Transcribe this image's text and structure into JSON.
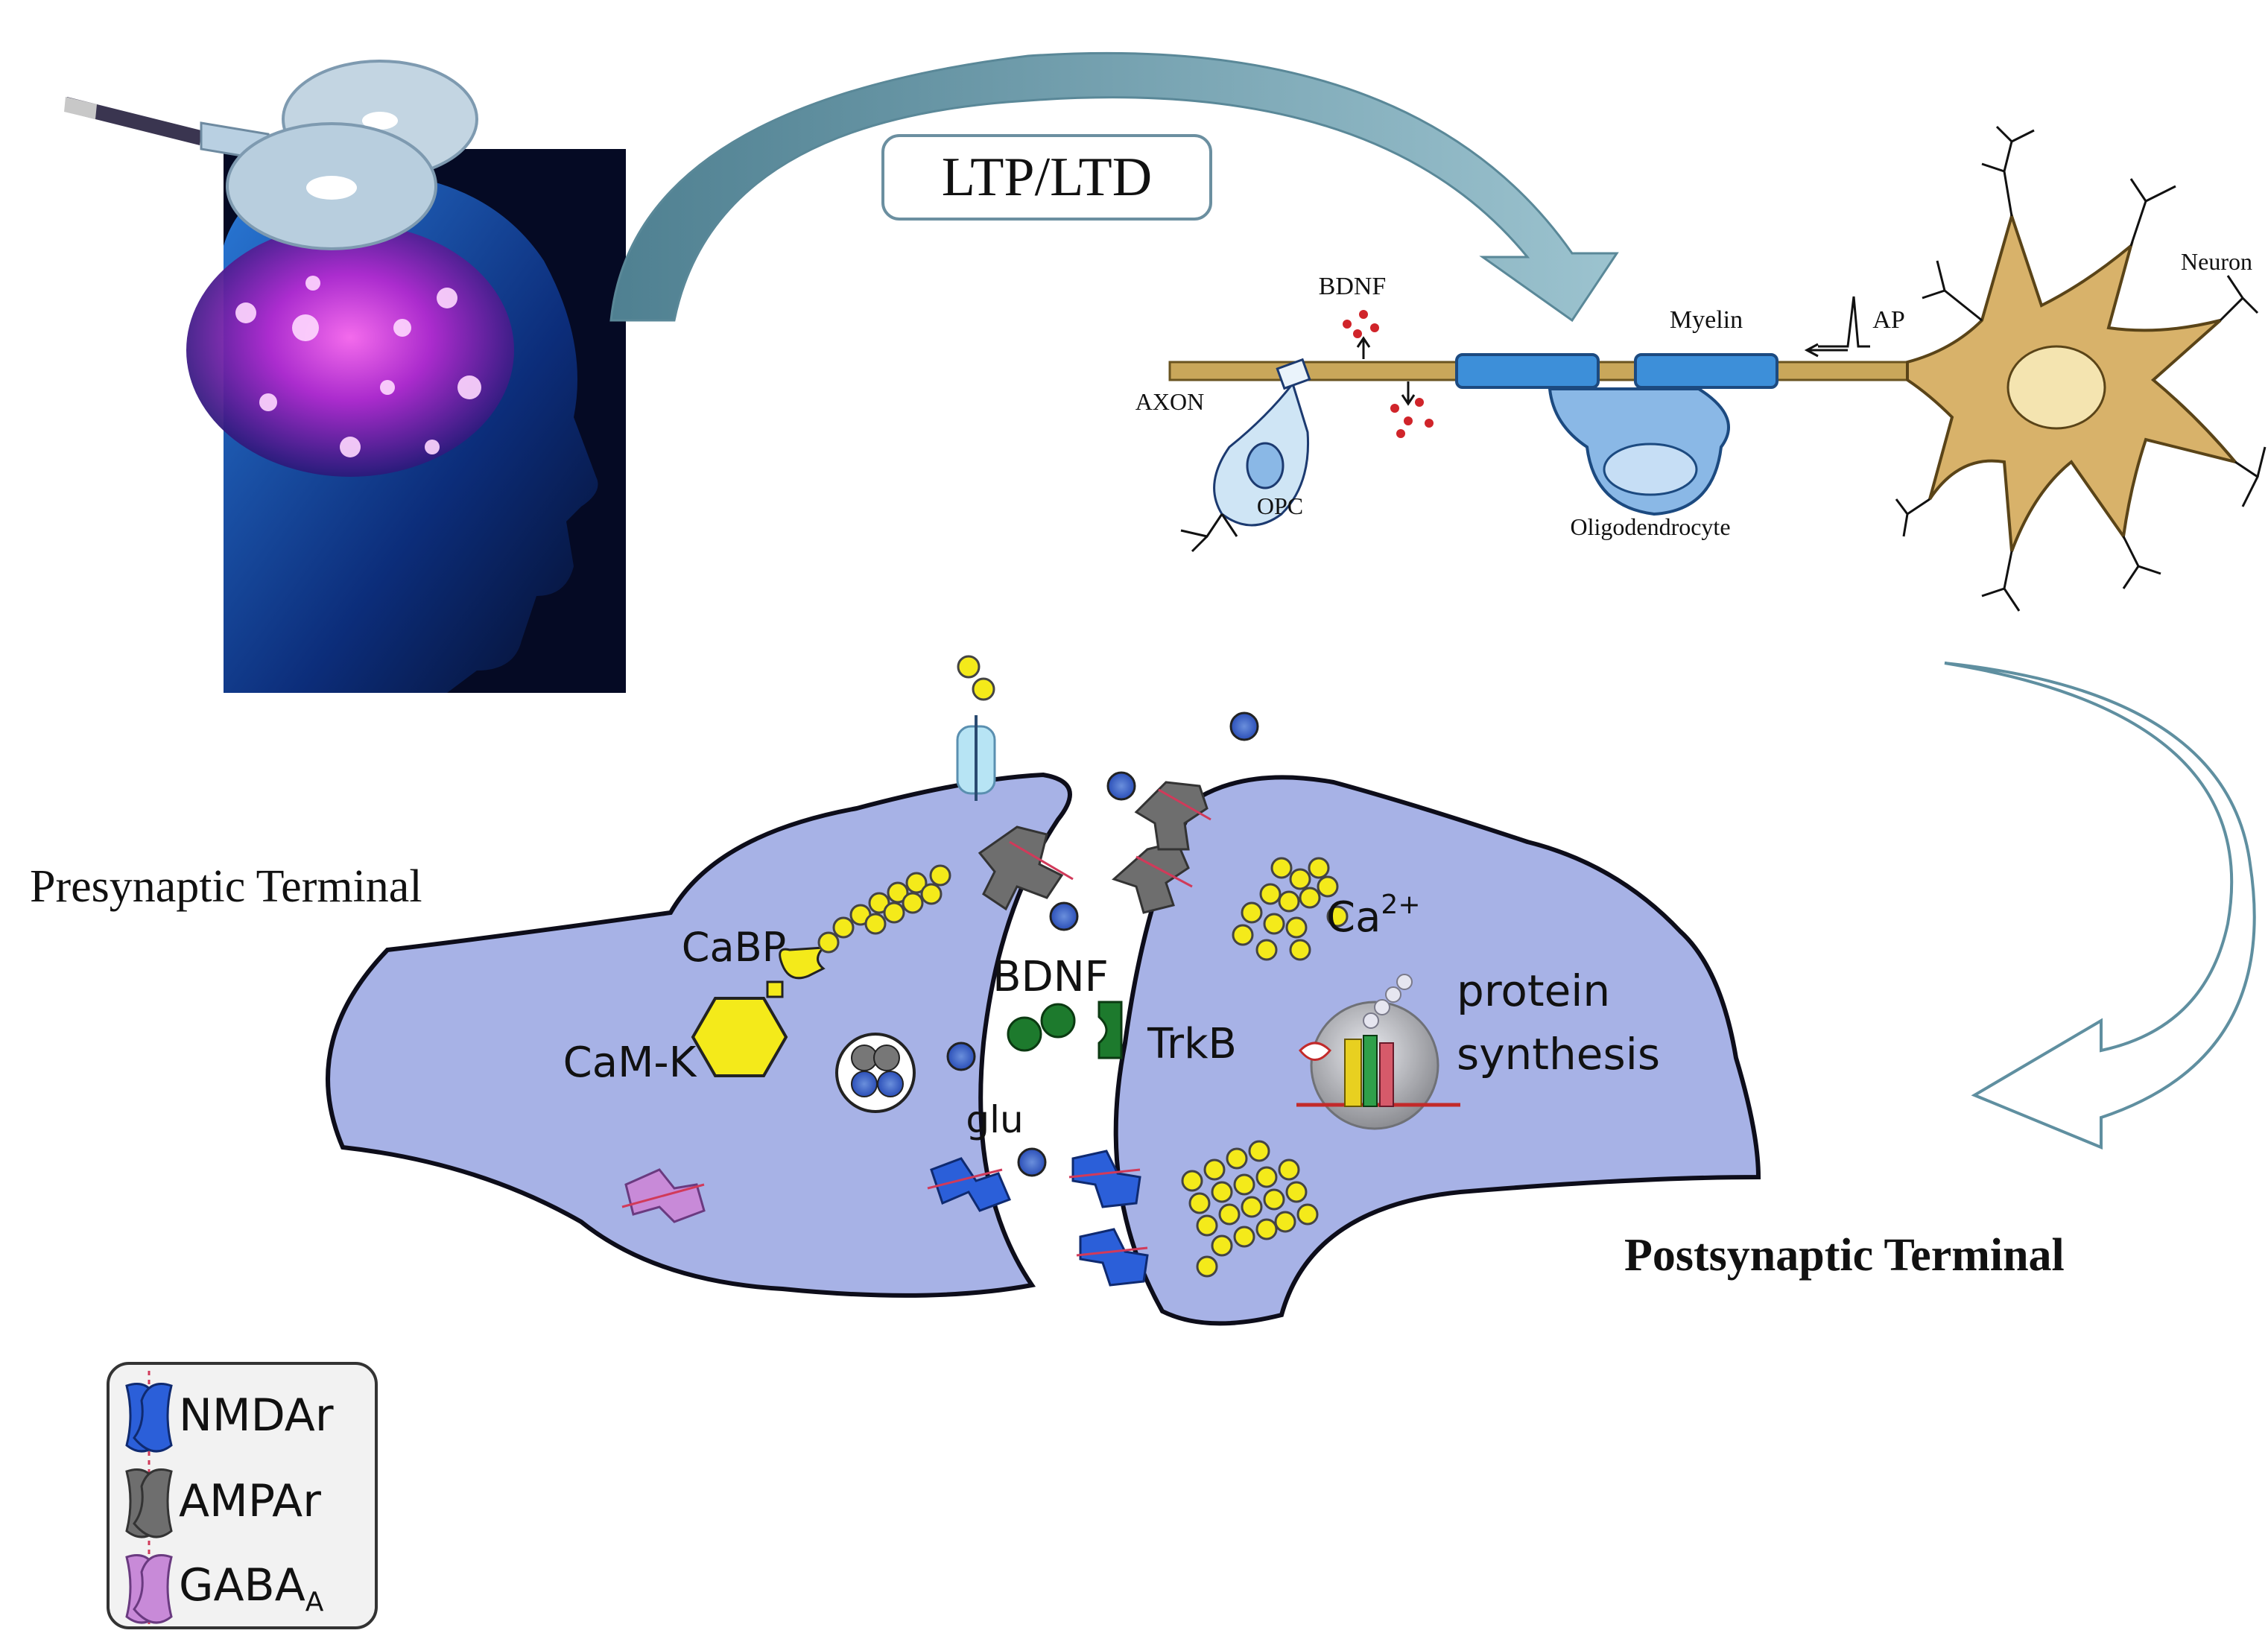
{
  "title_box": {
    "label": "LTP/LTD"
  },
  "neuron_panel": {
    "bdnf": "BDNF",
    "myelin": "Myelin",
    "neuron": "Neuron",
    "axon": "AXON",
    "ap": "AP",
    "opc": "OPC",
    "oligodendrocyte": "Oligodendrocyte"
  },
  "synapse": {
    "presynaptic": "Presynaptic Terminal",
    "postsynaptic": "Postsynaptic Terminal",
    "cabp": "CaBP",
    "camk": "CaM-K",
    "bdnf": "BDNF",
    "trkb": "TrkB",
    "glu": "glu",
    "ca": "Ca",
    "ca_sup": "2+",
    "protein": "protein",
    "synthesis": "synthesis"
  },
  "legend": {
    "items": [
      {
        "label": "NMDAr",
        "sub": "",
        "color": "#2b5fd9"
      },
      {
        "label": "AMPAr",
        "sub": "",
        "color": "#6e6e6e"
      },
      {
        "label": "GABA",
        "sub": "A",
        "color": "#c88ad8"
      }
    ]
  },
  "colors": {
    "cell_fill": "#a7b2e6",
    "arrow_fill": "#5f8fa0",
    "axon": "#c9a75a",
    "neuron_body": "#d8b26a",
    "myelin": "#3d8fd9",
    "ion_yellow": "#f4ea1a",
    "bdnf_green": "#1d7a2d"
  }
}
